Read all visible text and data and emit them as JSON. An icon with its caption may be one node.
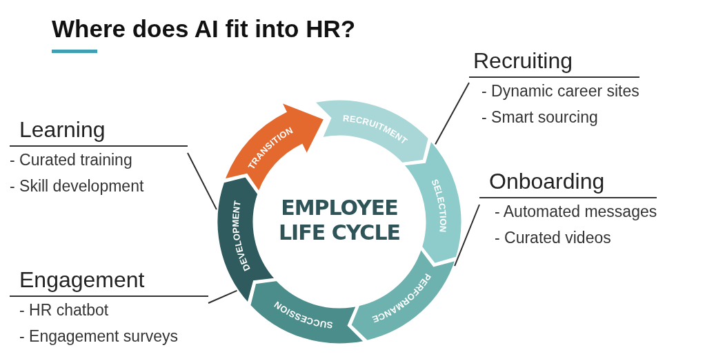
{
  "diagram": {
    "title": "Where does AI fit into HR?",
    "nodes": [
      {
        "text": [
          "EMPLOYEE LIFE CYCLE"
        ]
      },
      {
        "text": [
          "RECRUITMENT"
        ]
      },
      {
        "text": [
          "SELECTION"
        ]
      },
      {
        "text": [
          "PERFORMANCE"
        ]
      },
      {
        "text": [
          "SUCCESSION"
        ]
      },
      {
        "text": [
          "DEVELOPMENT"
        ]
      },
      {
        "text": [
          "TRANSITION"
        ]
      },
      {
        "text": [
          "Recruiting",
          "- Dynamic career sites",
          "- Smart sourcing"
        ]
      },
      {
        "text": [
          "Onboarding",
          "- Automated messages",
          "- Curated videos"
        ]
      },
      {
        "text": [
          "Learning",
          "- Curated training",
          "- Skill development"
        ]
      },
      {
        "text": [
          "Engagement",
          "- HR chatbot",
          "- Engagement surveys"
        ]
      }
    ],
    "edges": [
      {
        "from": 7,
        "to": 2,
        "arrow": "none"
      },
      {
        "from": 8,
        "to": 3,
        "arrow": "none"
      },
      {
        "from": 9,
        "to": 5,
        "arrow": "none"
      },
      {
        "from": 10,
        "to": 5,
        "arrow": "none"
      }
    ]
  }
}
